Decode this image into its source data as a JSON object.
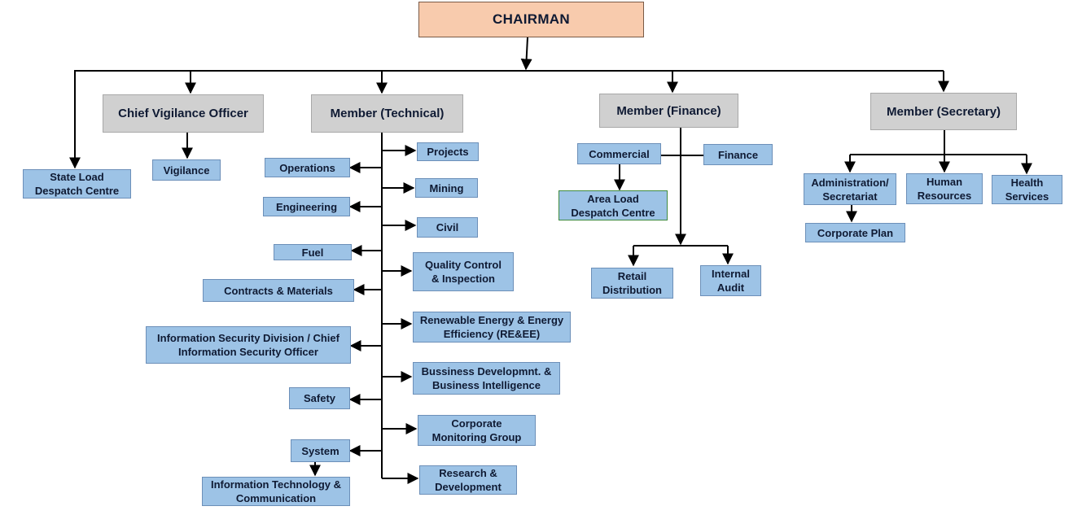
{
  "root": "CHAIRMAN",
  "level1": {
    "vigilance_officer": "Chief Vigilance Officer",
    "technical": "Member (Technical)",
    "finance": "Member (Finance)",
    "secretary": "Member (Secretary)"
  },
  "direct": {
    "state_load": "State Load\nDespatch Centre"
  },
  "vigilance_units": {
    "vigilance": "Vigilance"
  },
  "technical_left": {
    "operations": "Operations",
    "engineering": "Engineering",
    "fuel": "Fuel",
    "contracts": "Contracts & Materials",
    "infosec": "Information Security Division / Chief\nInformation Security Officer",
    "safety": "Safety",
    "system": "System",
    "it": "Information Technology &\nCommunication"
  },
  "technical_right": {
    "projects": "Projects",
    "mining": "Mining",
    "civil": "Civil",
    "quality": "Quality Control\n& Inspection",
    "renewable": "Renewable Energy & Energy\nEfficiency (RE&EE)",
    "business": "Bussiness Developmnt. &\nBusiness Intelligence",
    "monitoring": "Corporate\nMonitoring Group",
    "research": "Research &\nDevelopment"
  },
  "finance_units": {
    "commercial": "Commercial",
    "finance": "Finance",
    "area_load": "Area Load\nDespatch Centre",
    "retail": "Retail\nDistribution",
    "audit": "Internal\nAudit"
  },
  "secretary_units": {
    "admin": "Administration/\nSecretariat",
    "hr": "Human\nResources",
    "health": "Health\nServices",
    "plan": "Corporate Plan"
  },
  "colors": {
    "root_fill": "#f8cbad",
    "member_fill": "#d0d0d0",
    "unit_fill": "#9dc3e6",
    "area_load_border": "#3f8a3f",
    "line": "#000000"
  }
}
